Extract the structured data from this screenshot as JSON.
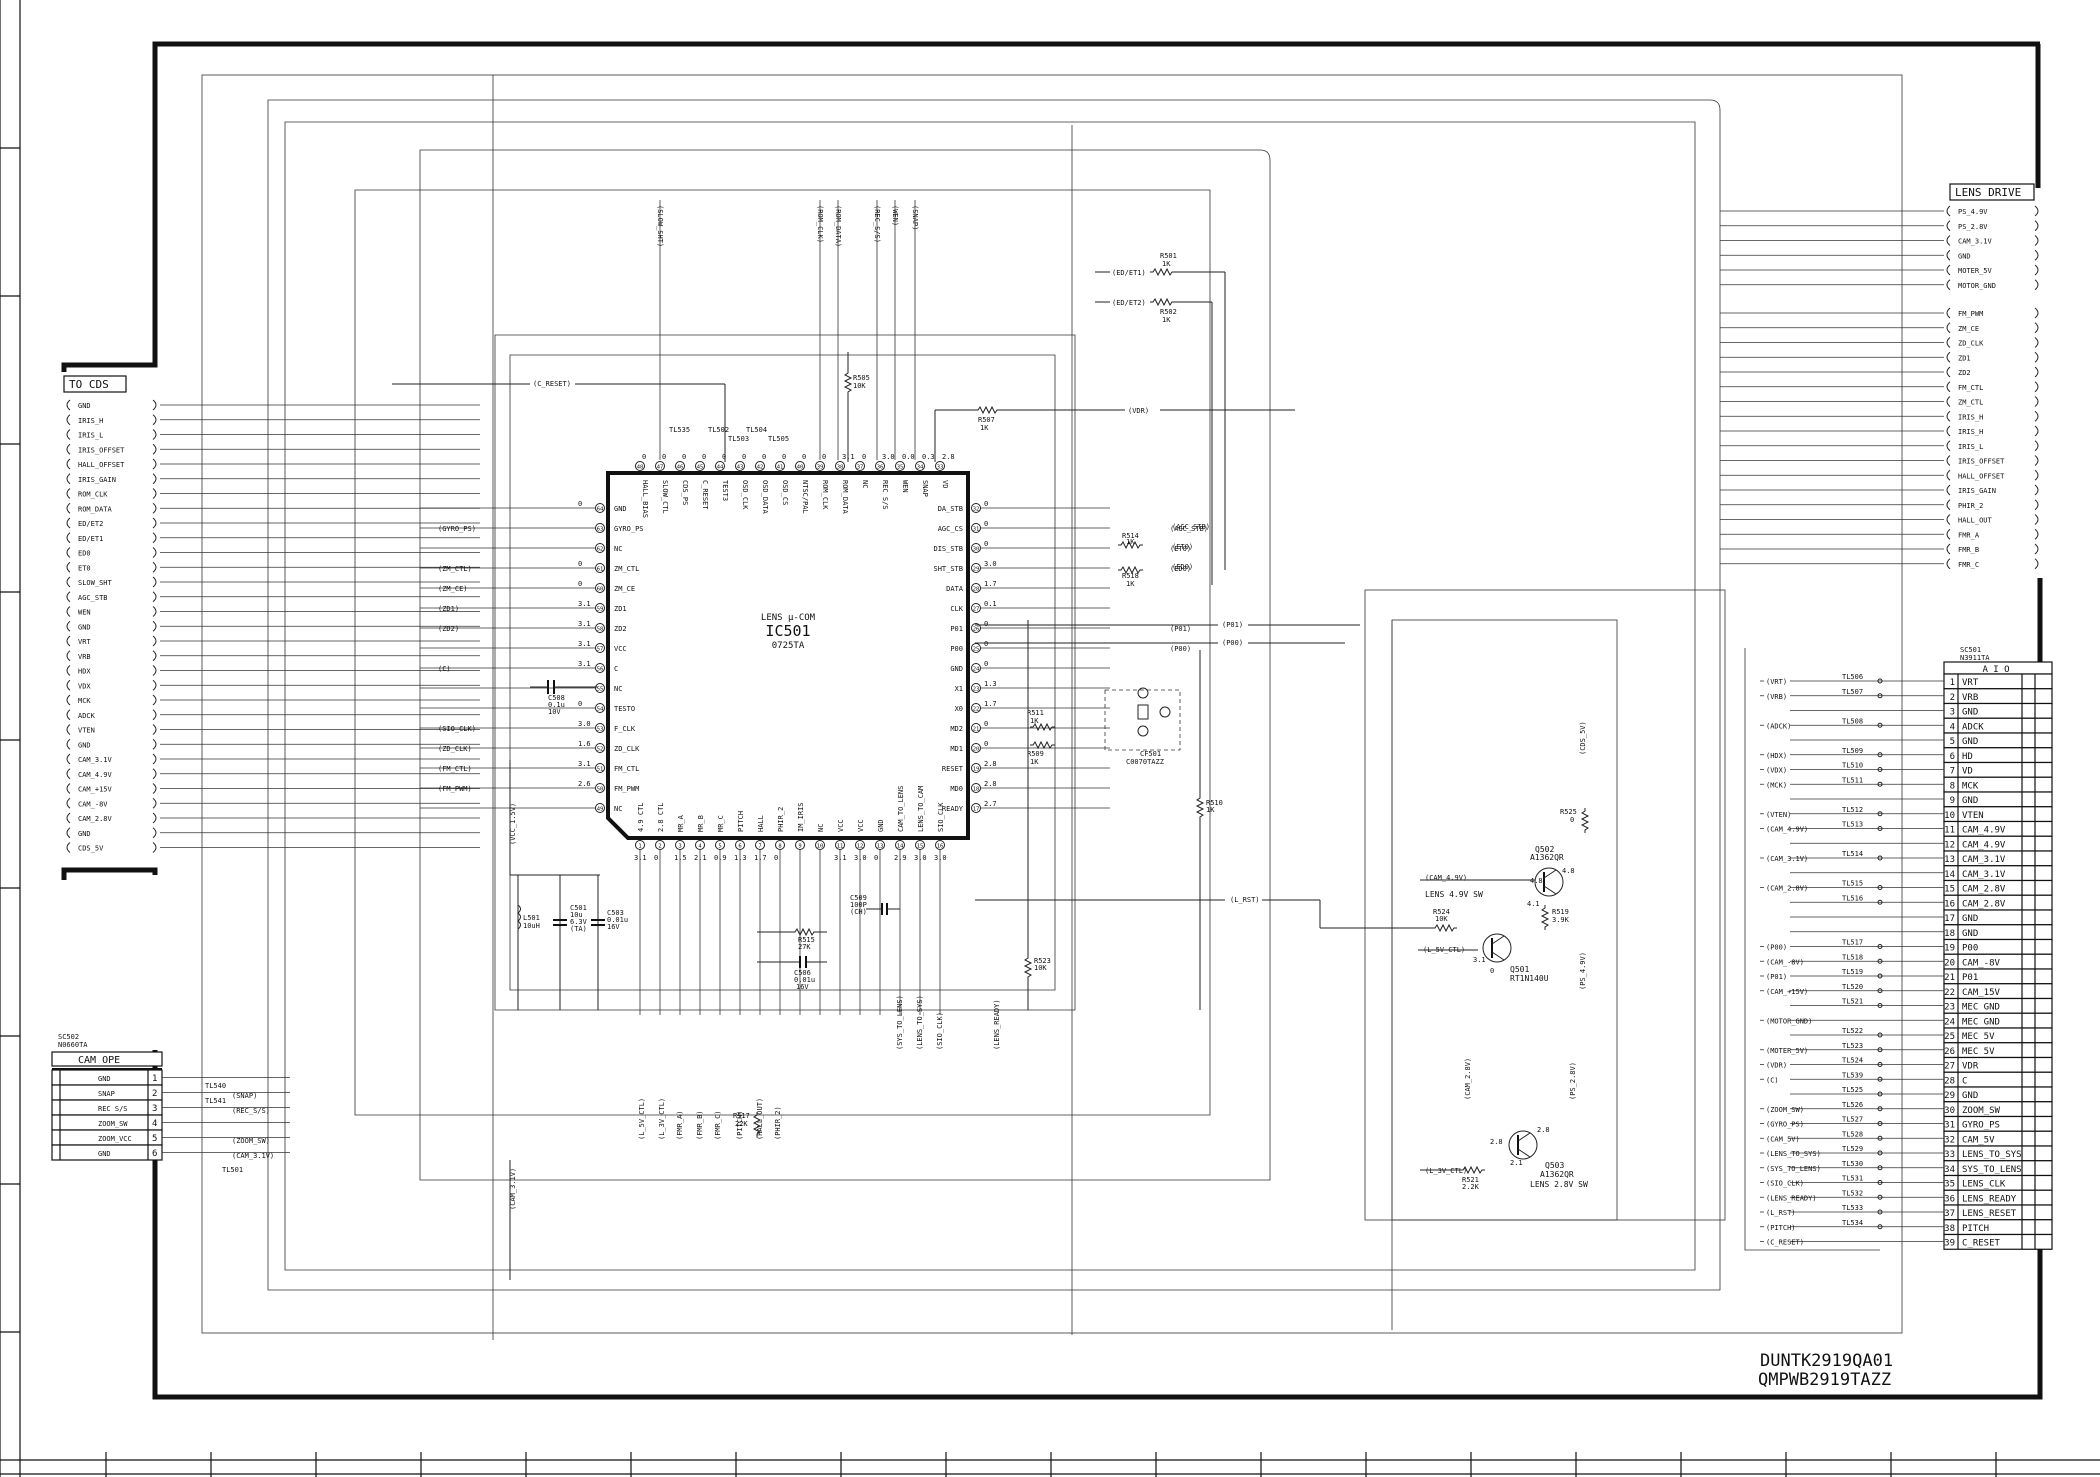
{
  "to_cds": {
    "title": "TO CDS",
    "pins": [
      "GND",
      "IRIS_H",
      "IRIS_L",
      "IRIS_OFFSET",
      "HALL_OFFSET",
      "IRIS_GAIN",
      "ROM_CLK",
      "ROM_DATA",
      "ED/ET2",
      "ED/ET1",
      "ED0",
      "ET0",
      "SLOW_SHT",
      "AGC_STB",
      "WEN",
      "GND",
      "VRT",
      "VRB",
      "HDX",
      "VDX",
      "MCK",
      "ADCK",
      "VTEN",
      "GND",
      "CAM_3.1V",
      "CAM_4.9V",
      "CAM_+15V",
      "CAM_-8V",
      "CAM_2.8V",
      "GND",
      "CDS_5V"
    ]
  },
  "lens_drive": {
    "title": "LENS DRIVE",
    "pins_top": [
      "PS_4.9V",
      "PS_2.8V",
      "CAM_3.1V",
      "GND",
      "MOTER_5V",
      "MOTOR_GND"
    ],
    "pins_bottom": [
      "FM_PWM",
      "ZM_CE",
      "ZD_CLK",
      "ZD1",
      "ZD2",
      "FM_CTL",
      "ZM_CTL",
      "IRIS_H",
      "IRIS_H",
      "IRIS_L",
      "IRIS_OFFSET",
      "HALL_OFFSET",
      "IRIS_GAIN",
      "PHIR_2",
      "HALL_OUT",
      "FMR_A",
      "FMR_B",
      "FMR_C"
    ]
  },
  "cam_ope": {
    "ref": "SC502",
    "part": "N0660TA",
    "title": "CAM OPE",
    "rows": [
      {
        "name": "GND",
        "num": "1"
      },
      {
        "name": "SNAP",
        "num": "2"
      },
      {
        "name": "REC S/S",
        "num": "3"
      },
      {
        "name": "ZOOM_SW",
        "num": "4"
      },
      {
        "name": "ZOOM_VCC",
        "num": "5"
      },
      {
        "name": "GND",
        "num": "6"
      }
    ],
    "tl540": "TL540",
    "tl541": "TL541",
    "tl501": "TL501",
    "nets": [
      "(SNAP)",
      "(REC_S/S)",
      "(ZOOM_SW)",
      "(CAM_3.1V)"
    ]
  },
  "aio": {
    "ref": "SC501",
    "part": "N3911TA",
    "title": "A I O",
    "rows": [
      {
        "num": "1",
        "name": "VRT",
        "tl": "TL506",
        "net": "(VRT)"
      },
      {
        "num": "2",
        "name": "VRB",
        "tl": "TL507",
        "net": "(VRB)"
      },
      {
        "num": "3",
        "name": "GND",
        "tl": "",
        "net": ""
      },
      {
        "num": "4",
        "name": "ADCK",
        "tl": "TL508",
        "net": "(ADCK)"
      },
      {
        "num": "5",
        "name": "GND",
        "tl": "",
        "net": ""
      },
      {
        "num": "6",
        "name": "HD",
        "tl": "TL509",
        "net": "(HDX)"
      },
      {
        "num": "7",
        "name": "VD",
        "tl": "TL510",
        "net": "(VDX)"
      },
      {
        "num": "8",
        "name": "MCK",
        "tl": "TL511",
        "net": "(MCK)"
      },
      {
        "num": "9",
        "name": "GND",
        "tl": "",
        "net": ""
      },
      {
        "num": "10",
        "name": "VTEN",
        "tl": "TL512",
        "net": "(VTEN)"
      },
      {
        "num": "11",
        "name": "CAM_4.9V",
        "tl": "TL513",
        "net": "(CAM_4.9V)"
      },
      {
        "num": "12",
        "name": "CAM_4.9V",
        "tl": "",
        "net": ""
      },
      {
        "num": "13",
        "name": "CAM_3.1V",
        "tl": "TL514",
        "net": "(CAM_3.1V)"
      },
      {
        "num": "14",
        "name": "CAM_3.1V",
        "tl": "",
        "net": ""
      },
      {
        "num": "15",
        "name": "CAM_2.8V",
        "tl": "TL515",
        "net": "(CAM_2.8V)"
      },
      {
        "num": "16",
        "name": "CAM_2.8V",
        "tl": "TL516",
        "net": ""
      },
      {
        "num": "17",
        "name": "GND",
        "tl": "",
        "net": ""
      },
      {
        "num": "18",
        "name": "GND",
        "tl": "",
        "net": ""
      },
      {
        "num": "19",
        "name": "P00",
        "tl": "TL517",
        "net": "(P00)"
      },
      {
        "num": "20",
        "name": "CAM_-8V",
        "tl": "TL518",
        "net": "(CAM_-8V)"
      },
      {
        "num": "21",
        "name": "P01",
        "tl": "TL519",
        "net": "(P01)"
      },
      {
        "num": "22",
        "name": "CAM_15V",
        "tl": "TL520",
        "net": "(CAM_+15V)"
      },
      {
        "num": "23",
        "name": "MEC GND",
        "tl": "TL521",
        "net": ""
      },
      {
        "num": "24",
        "name": "MEC GND",
        "tl": "",
        "net": "(MOTOR_GND)"
      },
      {
        "num": "25",
        "name": "MEC 5V",
        "tl": "TL522",
        "net": ""
      },
      {
        "num": "26",
        "name": "MEC 5V",
        "tl": "TL523",
        "net": "(MOTER_5V)"
      },
      {
        "num": "27",
        "name": "VDR",
        "tl": "TL524",
        "net": "(VDR)"
      },
      {
        "num": "28",
        "name": "C",
        "tl": "TL539",
        "net": "(C)"
      },
      {
        "num": "29",
        "name": "GND",
        "tl": "TL525",
        "net": ""
      },
      {
        "num": "30",
        "name": "ZOOM_SW",
        "tl": "TL526",
        "net": "(ZOOM_SW)"
      },
      {
        "num": "31",
        "name": "GYRO_PS",
        "tl": "TL527",
        "net": "(GYRO_PS)"
      },
      {
        "num": "32",
        "name": "CAM_5V",
        "tl": "TL528",
        "net": "(CAM_5V)"
      },
      {
        "num": "33",
        "name": "LENS_TO_SYS",
        "tl": "TL529",
        "net": "(LENS_TO_SYS)"
      },
      {
        "num": "34",
        "name": "SYS_TO_LENS",
        "tl": "TL530",
        "net": "(SYS_TO_LENS)"
      },
      {
        "num": "35",
        "name": "LENS_CLK",
        "tl": "TL531",
        "net": "(SIO_CLK)"
      },
      {
        "num": "36",
        "name": "LENS_READY",
        "tl": "TL532",
        "net": "(LENS_READY)"
      },
      {
        "num": "37",
        "name": "LENS_RESET",
        "tl": "TL533",
        "net": "(L_RST)"
      },
      {
        "num": "38",
        "name": "PITCH",
        "tl": "TL534",
        "net": "(PITCH)"
      },
      {
        "num": "39",
        "name": "C_RESET",
        "tl": "",
        "net": "(C_RESET)"
      }
    ]
  },
  "ic501": {
    "func": "LENS µ-COM",
    "ref": "IC501",
    "part": "0725TA",
    "left": [
      {
        "num": "64",
        "name": "GND",
        "v": "0",
        "net": ""
      },
      {
        "num": "63",
        "name": "GYRO_PS",
        "v": "",
        "net": "(GYRO_PS)"
      },
      {
        "num": "62",
        "name": "NC",
        "v": "",
        "net": ""
      },
      {
        "num": "61",
        "name": "ZM_CTL",
        "v": "0",
        "net": "(ZM_CTL)"
      },
      {
        "num": "60",
        "name": "ZM_CE",
        "v": "0",
        "net": "(ZM_CE)"
      },
      {
        "num": "59",
        "name": "ZD1",
        "v": "3.1",
        "net": "(ZD1)"
      },
      {
        "num": "58",
        "name": "ZD2",
        "v": "3.1",
        "net": "(ZD2)"
      },
      {
        "num": "57",
        "name": "VCC",
        "v": "3.1",
        "net": ""
      },
      {
        "num": "56",
        "name": "C",
        "v": "3.1",
        "net": "(C)"
      },
      {
        "num": "55",
        "name": "NC",
        "v": "",
        "net": ""
      },
      {
        "num": "54",
        "name": "TESTO",
        "v": "0",
        "net": ""
      },
      {
        "num": "53",
        "name": "F_CLK",
        "v": "3.0",
        "net": "(SIO_CLK)"
      },
      {
        "num": "52",
        "name": "ZD_CLK",
        "v": "1.6",
        "net": "(ZD_CLK)"
      },
      {
        "num": "51",
        "name": "FM_CTL",
        "v": "3.1",
        "net": "(FM_CTL)"
      },
      {
        "num": "50",
        "name": "FM_PWM",
        "v": "2.6",
        "net": "(FM_PWM)"
      },
      {
        "num": "49",
        "name": "NC",
        "v": "",
        "net": ""
      }
    ],
    "right": [
      {
        "num": "32",
        "name": "DA_STB",
        "v": "0",
        "net": ""
      },
      {
        "num": "31",
        "name": "AGC_CS",
        "v": "0",
        "net": "(AGC_STB)"
      },
      {
        "num": "30",
        "name": "DIS_STB",
        "v": "0",
        "net": "(ET0)"
      },
      {
        "num": "29",
        "name": "SHT_STB",
        "v": "3.0",
        "net": "(ED0)"
      },
      {
        "num": "28",
        "name": "DATA",
        "v": "1.7",
        "net": ""
      },
      {
        "num": "27",
        "name": "CLK",
        "v": "0.1",
        "net": ""
      },
      {
        "num": "26",
        "name": "P01",
        "v": "0",
        "net": "(P01)"
      },
      {
        "num": "25",
        "name": "P00",
        "v": "0",
        "net": "(P00)"
      },
      {
        "num": "24",
        "name": "GND",
        "v": "0",
        "net": ""
      },
      {
        "num": "23",
        "name": "X1",
        "v": "1.3",
        "net": ""
      },
      {
        "num": "22",
        "name": "X0",
        "v": "1.7",
        "net": ""
      },
      {
        "num": "21",
        "name": "MD2",
        "v": "0",
        "net": ""
      },
      {
        "num": "20",
        "name": "MD1",
        "v": "0",
        "net": ""
      },
      {
        "num": "19",
        "name": "RESET",
        "v": "2.8",
        "net": ""
      },
      {
        "num": "18",
        "name": "MD0",
        "v": "2.8",
        "net": ""
      },
      {
        "num": "17",
        "name": "READY",
        "v": "2.7",
        "net": ""
      }
    ],
    "top": [
      {
        "num": "48",
        "name": "HALL_BIAS",
        "v": "0"
      },
      {
        "num": "47",
        "name": "SLOW_CTL",
        "v": "0"
      },
      {
        "num": "46",
        "name": "CDS_PS",
        "v": "0"
      },
      {
        "num": "45",
        "name": "C_RESET",
        "v": "0"
      },
      {
        "num": "44",
        "name": "TEST3",
        "v": "0"
      },
      {
        "num": "43",
        "name": "OSD_CLK",
        "v": "0"
      },
      {
        "num": "42",
        "name": "OSD_DATA",
        "v": "0"
      },
      {
        "num": "41",
        "name": "OSD_CS",
        "v": "0"
      },
      {
        "num": "40",
        "name": "NTSC/PAL",
        "v": "0"
      },
      {
        "num": "39",
        "name": "ROM_CLK",
        "v": "0"
      },
      {
        "num": "38",
        "name": "ROM_DATA",
        "v": "3.1"
      },
      {
        "num": "37",
        "name": "NC",
        "v": "0"
      },
      {
        "num": "36",
        "name": "REC S/S",
        "v": "3.0"
      },
      {
        "num": "35",
        "name": "WEN",
        "v": "0.0"
      },
      {
        "num": "34",
        "name": "SNAP",
        "v": "0.3"
      },
      {
        "num": "33",
        "name": "VD",
        "v": "2.8"
      }
    ],
    "bottom": [
      {
        "num": "1",
        "name": "4.9 CTL",
        "v": "3.1"
      },
      {
        "num": "2",
        "name": "2.8 CTL",
        "v": "0"
      },
      {
        "num": "3",
        "name": "MR_A",
        "v": "1.5"
      },
      {
        "num": "4",
        "name": "MR_B",
        "v": "2.1"
      },
      {
        "num": "5",
        "name": "MR_C",
        "v": "0.9"
      },
      {
        "num": "6",
        "name": "PITCH",
        "v": "1.3"
      },
      {
        "num": "7",
        "name": "HALL",
        "v": "1.7"
      },
      {
        "num": "8",
        "name": "PHIR_2",
        "v": "0"
      },
      {
        "num": "9",
        "name": "IM_IRIS",
        "v": ""
      },
      {
        "num": "10",
        "name": "NC",
        "v": ""
      },
      {
        "num": "11",
        "name": "VCC",
        "v": "3.1"
      },
      {
        "num": "12",
        "name": "VCC",
        "v": "3.0"
      },
      {
        "num": "13",
        "name": "GND",
        "v": "0"
      },
      {
        "num": "14",
        "name": "CAM_TO_LENS",
        "v": "2.9"
      },
      {
        "num": "15",
        "name": "LENS_TO_CAM",
        "v": "3.0"
      },
      {
        "num": "16",
        "name": "SIO_CLK",
        "v": "3.0"
      }
    ],
    "top_nets": [
      "(SLOW_SHT)",
      "(ROM_CLK)",
      "(ROM_DATA)",
      "(REC_S/S)",
      "(WEN)",
      "(SNAP)"
    ],
    "bottom_nets": [
      "(L_5V_CTL)",
      "(L_3V_CTL)",
      "(FMR_A)",
      "(FMR_B)",
      "(FMR_C)",
      "(PITCH)",
      "(HALL_OUT)",
      "(PHIR_2)",
      "(SYS_TO_LENS)",
      "(LENS_TO_SYS)",
      "(SIO_CLK)",
      "(LENS_READY)"
    ]
  },
  "parts": {
    "r501": {
      "ref": "R501",
      "val": "1K",
      "net": "(ED/ET1)"
    },
    "r502": {
      "ref": "R502",
      "val": "1K",
      "net": "(ED/ET2)"
    },
    "r505": {
      "ref": "R505",
      "val": "10K"
    },
    "r507": {
      "ref": "R507",
      "val": "1K",
      "net": "(VDR)"
    },
    "r514": {
      "ref": "R514",
      "val": "1K"
    },
    "r518": {
      "ref": "R518",
      "val": "1K"
    },
    "r511": {
      "ref": "R511",
      "val": "1K"
    },
    "r509": {
      "ref": "R509",
      "val": "1K"
    },
    "r510": {
      "ref": "R510",
      "val": "1K"
    },
    "r523": {
      "ref": "R523",
      "val": "10K"
    },
    "r515": {
      "ref": "R515",
      "val": "27K"
    },
    "r517": {
      "ref": "R517",
      "val": "22K"
    },
    "r524": {
      "ref": "R524",
      "val": "10K"
    },
    "r519": {
      "ref": "R519",
      "val": "3.9K"
    },
    "r525": {
      "ref": "R525",
      "val": "0"
    },
    "r521": {
      "ref": "R521",
      "val": "2.2K"
    },
    "c508": {
      "ref": "C508",
      "val1": "0.1u",
      "val2": "10V"
    },
    "c501": {
      "ref": "C501",
      "val1": "10u",
      "val2": "6.3V",
      "val3": "(TA)"
    },
    "c503": {
      "ref": "C503",
      "val1": "0.01u",
      "val2": "16V"
    },
    "c509": {
      "ref": "C509",
      "val1": "100P",
      "val2": "(CH)"
    },
    "c506": {
      "ref": "C506",
      "val1": "0.01u",
      "val2": "16V"
    },
    "l501": {
      "ref": "L501",
      "val": "10uH"
    },
    "cf501": {
      "ref": "CF501",
      "part": "C0070TAZZ"
    },
    "q501": {
      "ref": "Q501",
      "part": "RT1N140U",
      "net": "(L_5V_CTL)"
    },
    "q502": {
      "ref": "Q502",
      "part": "A1362QR",
      "label": "LENS 4.9V SW",
      "net": "(CAM_4.9V)"
    },
    "q503": {
      "ref": "Q503",
      "part": "A1362QR",
      "label": "LENS 2.8V SW",
      "net": "(L_3V_CTL)"
    },
    "tl_top": [
      "TL535",
      "TL502",
      "TL503",
      "TL504",
      "TL505"
    ],
    "nets_misc": [
      "(C_RESET)",
      "(L_RST)",
      "(P01)",
      "(P00)",
      "(CAM_2.8V)",
      "(PS_2.8V)",
      "(PS_4.9V)",
      "(CDS_5V)",
      "(AGC_STB)",
      "(ET0)",
      "(ED0)",
      "(VCC_1.5V)",
      "(CAM_3.1V)"
    ],
    "volts": [
      "4.8",
      "4.8",
      "4.1",
      "3.1",
      "0",
      "2.8",
      "2.8",
      "2.1"
    ]
  },
  "title_block": {
    "line1": "DUNTK2919QA01",
    "line2": "QMPWB2919TAZZ"
  }
}
